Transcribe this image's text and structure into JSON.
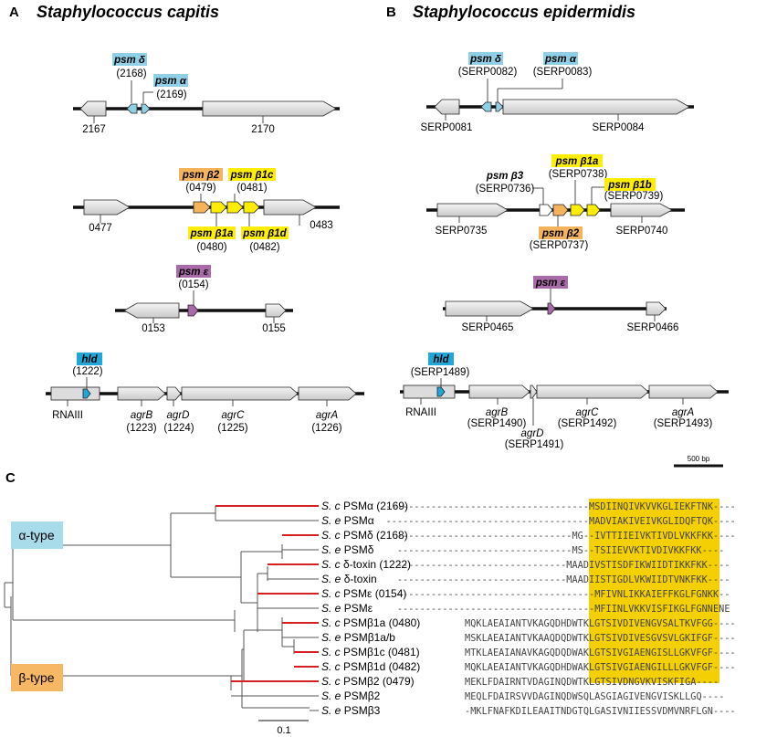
{
  "panels": {
    "a": {
      "letter": "A",
      "title": "Staphylococcus capitis"
    },
    "b": {
      "letter": "B",
      "title": "Staphylococcus epidermidis"
    },
    "c": {
      "letter": "C"
    }
  },
  "colors": {
    "psm_alpha_delta": "#8fd0e6",
    "psm_beta_yellow": "#ffee00",
    "psm_beta2_orange": "#f5b45c",
    "psm_epsilon": "#a86ba8",
    "hld": "#1ea7d8",
    "gene_gray": "#dcdcdc",
    "branch_red": "#d42020",
    "alignment_highlight": "#f5d000",
    "alpha_type_box": "#a9dceb",
    "beta_type_box": "#f7b866"
  },
  "capitis": {
    "row1": {
      "psm_delta": "psm δ",
      "psm_delta_id": "(2168)",
      "psm_alpha": "psm α",
      "psm_alpha_id": "(2169)",
      "g2167": "2167",
      "g2170": "2170"
    },
    "row2": {
      "psm_b2": "psm β2",
      "psm_b2_id": "(0479)",
      "psm_b1c": "psm β1c",
      "psm_b1c_id": "(0481)",
      "psm_b1a": "psm β1a",
      "psm_b1a_id": "(0480)",
      "psm_b1d": "psm β1d",
      "psm_b1d_id": "(0482)",
      "g0477": "0477",
      "g0483": "0483"
    },
    "row3": {
      "psm_e": "psm ε",
      "psm_e_id": "(0154)",
      "g0153": "0153",
      "g0155": "0155"
    },
    "row4": {
      "hld": "hld",
      "hld_id": "(1222)",
      "rnaiii": "RNAIII",
      "agrB": "agrB",
      "agrB_id": "(1223)",
      "agrD": "agrD",
      "agrD_id": "(1224)",
      "agrC": "agrC",
      "agrC_id": "(1225)",
      "agrA": "agrA",
      "agrA_id": "(1226)"
    }
  },
  "epidermidis": {
    "row1": {
      "psm_delta": "psm δ",
      "psm_delta_id": "(SERP0082)",
      "psm_alpha": "psm α",
      "psm_alpha_id": "(SERP0083)",
      "g81": "SERP0081",
      "g84": "SERP0084"
    },
    "row2": {
      "psm_b3": "psm β3",
      "psm_b3_id": "(SERP0736)",
      "psm_b1a": "psm β1a",
      "psm_b1a_id": "(SERP0738)",
      "psm_b1b": "psm β1b",
      "psm_b1b_id": "(SERP0739)",
      "psm_b2": "psm β2",
      "psm_b2_id": "(SERP0737)",
      "g735": "SERP0735",
      "g740": "SERP0740"
    },
    "row3": {
      "psm_e": "psm ε",
      "g465": "SERP0465",
      "g466": "SERP0466"
    },
    "row4": {
      "hld": "hld",
      "hld_id": "(SERP1489)",
      "rnaiii": "RNAIII",
      "agrB": "agrB",
      "agrB_id": "(SERP1490)",
      "agrD": "agrD",
      "agrD_id": "(SERP1491)",
      "agrC": "agrC",
      "agrC_id": "(SERP1492)",
      "agrA": "agrA",
      "agrA_id": "(SERP1493)"
    },
    "scale_bar": "500 bp"
  },
  "tree": {
    "alpha_type": "α-type",
    "beta_type": "β-type",
    "scale_bar": "0.1",
    "leaves": [
      {
        "species": "S. c",
        "name": " PSMα (2169)",
        "seq_pre": "------------------------------------",
        "seq_hl": "MSDIINQIVKVVKGLIEK",
        "seq_post": "FTNK----"
      },
      {
        "species": "S. e",
        "name": " PSMα",
        "seq_pre": "------------------------------------",
        "seq_hl": "MADVIAKIVEIVKGLIDQ",
        "seq_post": "FTQK----"
      },
      {
        "species": "S. c",
        "name": " PSMδ (2168)",
        "seq_pre": "-------------------------------MG-",
        "seq_hl": "-IVTTIIEIVKTIVDLVK",
        "seq_post": "KFKK----"
      },
      {
        "species": "S. e",
        "name": " PSMδ",
        "seq_pre": "-------------------------------MS-",
        "seq_hl": "-TSIIEVVKTIVDIVKK",
        "seq_post": "FKK----"
      },
      {
        "species": "S. c",
        "name": " δ-toxin (1222)",
        "seq_pre": "------------------------------MAAD",
        "seq_hl": "IVSTISDFIKWIIDTIKK",
        "seq_post": "FKK----"
      },
      {
        "species": "S. e",
        "name": " δ-toxin",
        "seq_pre": "------------------------------MAAD",
        "seq_hl": "IISTIGDLVKWIIDTVNK",
        "seq_post": "FKK----"
      },
      {
        "species": "S. c",
        "name": " PSMε (0154)",
        "seq_pre": "----------------------------------",
        "seq_hl": "-MFIVNLIKKAIEFFKG",
        "seq_post": "LFGNKK--"
      },
      {
        "species": "S. e",
        "name": " PSMε",
        "seq_pre": "----------------------------------",
        "seq_hl": "-MFIINLVKKVISFIKG",
        "seq_post": "LFGNNENE"
      },
      {
        "species": "S. c",
        "name": " PSMβ1a (0480)",
        "seq_pre": "MQKLAEAIANTVKAGQDHDWTK",
        "seq_hl": "LGTSIVDIVENGVSALTK",
        "seq_post": "VFGG----"
      },
      {
        "species": "S. e",
        "name": " PSMβ1a/b",
        "seq_pre": "MSKLAEAIANTVKAAQDQDWTK",
        "seq_hl": "LGTSIVDIVESGVSVLGK",
        "seq_post": "IFGF----"
      },
      {
        "species": "S. c",
        "name": " PSMβ1c (0481)",
        "seq_pre": "MTKLAEAIANAVKAGQDQDWAK",
        "seq_hl": "LGTSIVGIAENGISLLGK",
        "seq_post": "VFGF----"
      },
      {
        "species": "S. c",
        "name": " PSMβ1d (0482)",
        "seq_pre": "MQKLAEAIANTVKAGQDHDWAK",
        "seq_hl": "LGTSIVGIAENGILLLGK",
        "seq_post": "VFGF----"
      },
      {
        "species": "S. c",
        "name": " PSMβ2 (0479)",
        "seq_pre": "MEKLFDAIRNTVDAGINQDWTK",
        "seq_hl": "LGTSIVDNGVKVISK",
        "seq_post": "FIGA----"
      },
      {
        "species": "S. e",
        "name": " PSMβ2",
        "seq_pre": "MEQLFDAIRSVVDAGINQDWSQ",
        "seq_hl": "LASGIAGIVENGVISKL",
        "seq_post": "LGQ----"
      },
      {
        "species": "S. e",
        "name": " PSMβ3",
        "seq_pre": "-MKLFNAFKDILEAAITNDGTQ",
        "seq_hl": "LGASIVNIIESSVDMVNR",
        "seq_post": "FLGN----"
      }
    ]
  }
}
